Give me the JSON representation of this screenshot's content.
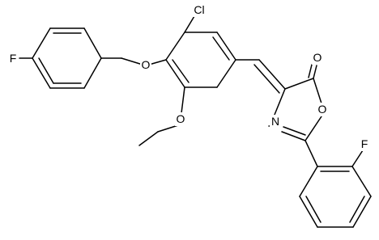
{
  "diagram": {
    "type": "chemical-structure",
    "atom_labels": {
      "f_top": "F",
      "cl": "Cl",
      "o_ether": "O",
      "o_ethoxy": "O",
      "o_carbonyl": "O",
      "o_ring": "O",
      "n_ring": "N",
      "f_bottom": "F"
    }
  }
}
